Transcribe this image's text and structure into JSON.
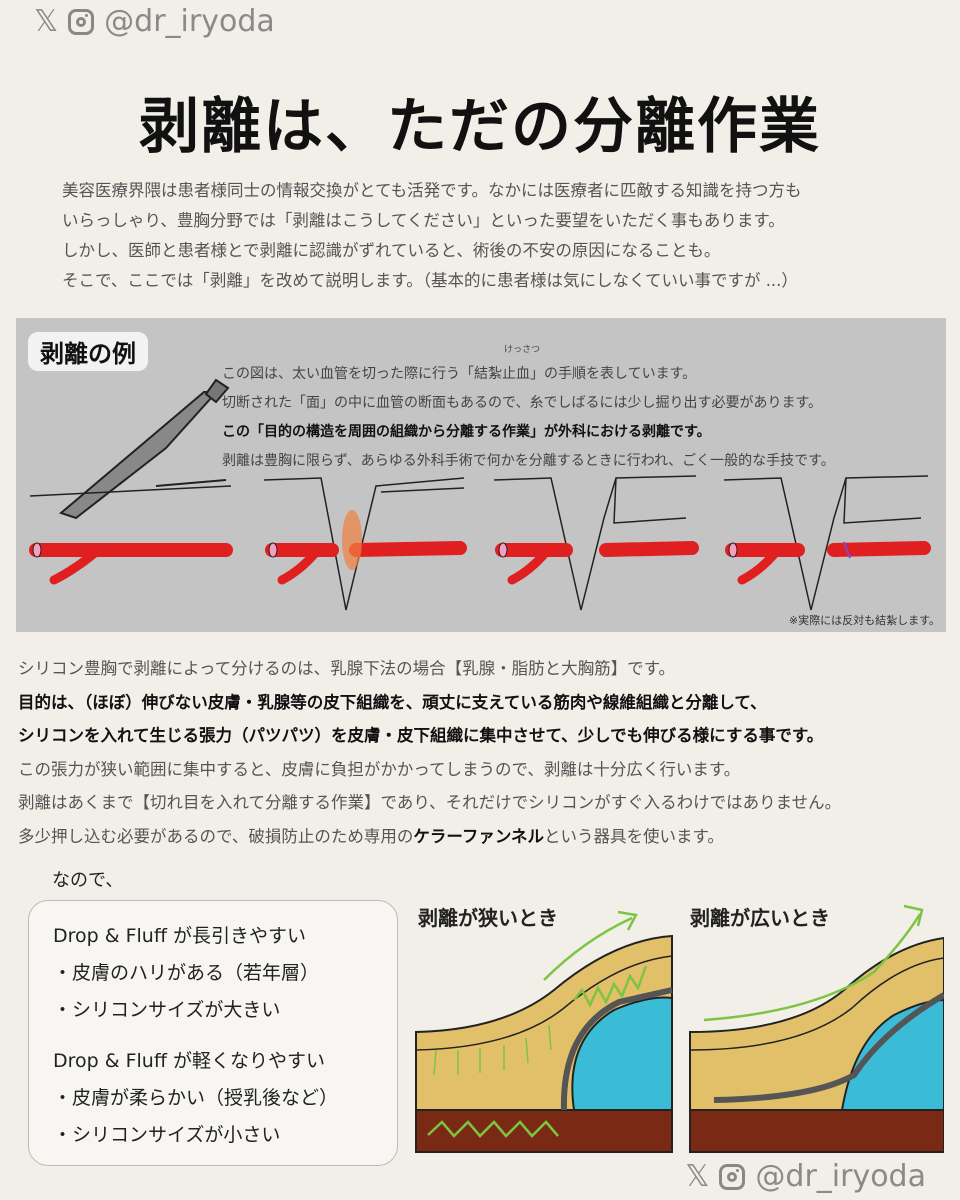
{
  "handle": "@dr_iryoda",
  "title": "剥離は、ただの分離作業",
  "intro": [
    "美容医療界隈は患者様同士の情報交換がとても活発です。なかには医療者に匹敵する知識を持つ方も",
    "いらっしゃり、豊胸分野では「剥離はこうしてください」といった要望をいただく事もあります。",
    "しかし、医師と患者様とで剥離に認識がずれていると、術後の不安の原因になることも。",
    "そこで、ここでは「剥離」を改めて説明します。（基本的に患者様は気にしなくていい事ですが ...）"
  ],
  "panel": {
    "label": "剥離の例",
    "ruby": "けっさつ",
    "lines": [
      "この図は、太い血管を切った際に行う「結紮止血」の手順を表しています。",
      "切断された「面」の中に血管の断面もあるので、糸でしばるには少し掘り出す必要があります。",
      "この「目的の構造を周囲の組織から分離する作業」が外科における剥離です。",
      "剥離は豊胸に限らず、あらゆる外科手術で何かを分離するときに行われ、ごく一般的な手技です。"
    ],
    "note": "※実際には反対も結紮します。"
  },
  "body": {
    "line1": "シリコン豊胸で剥離によって分けるのは、乳腺下法の場合【乳腺・脂肪と大胸筋】です。",
    "line2": "目的は、（ほぼ）伸びない皮膚・乳腺等の皮下組織を、頑丈に支えている筋肉や線維組織と分離して、",
    "line3": "シリコンを入れて生じる張力（パツパツ）を皮膚・皮下組織に集中させて、少しでも伸びる様にする事です。",
    "line4": "この張力が狭い範囲に集中すると、皮膚に負担がかかってしまうので、剥離は十分広く行います。",
    "line5": "剥離はあくまで【切れ目を入れて分離する作業】であり、それだけでシリコンがすぐ入るわけではありません。",
    "line6a": "多少押し込む必要があるので、破損防止のため専用の",
    "line6b": "ケラーファンネル",
    "line6c": "という器具を使います。"
  },
  "nanode": "なので、",
  "box": [
    "Drop & Fluff が長引きやすい",
    "・皮膚のハリがある（若年層）",
    "・シリコンサイズが大きい",
    "Drop & Fluff が軽くなりやすい",
    "・皮膚が柔らかい（授乳後など）",
    "・シリコンサイズが小さい"
  ],
  "narrow_label": "剥離が狭いとき",
  "wide_label": "剥離が広いとき",
  "colors": {
    "vessel": "#e02020",
    "fat": "#e2c06a",
    "implant": "#3bbcd6",
    "muscle": "#7a2a14",
    "arrow": "#7cc442"
  }
}
